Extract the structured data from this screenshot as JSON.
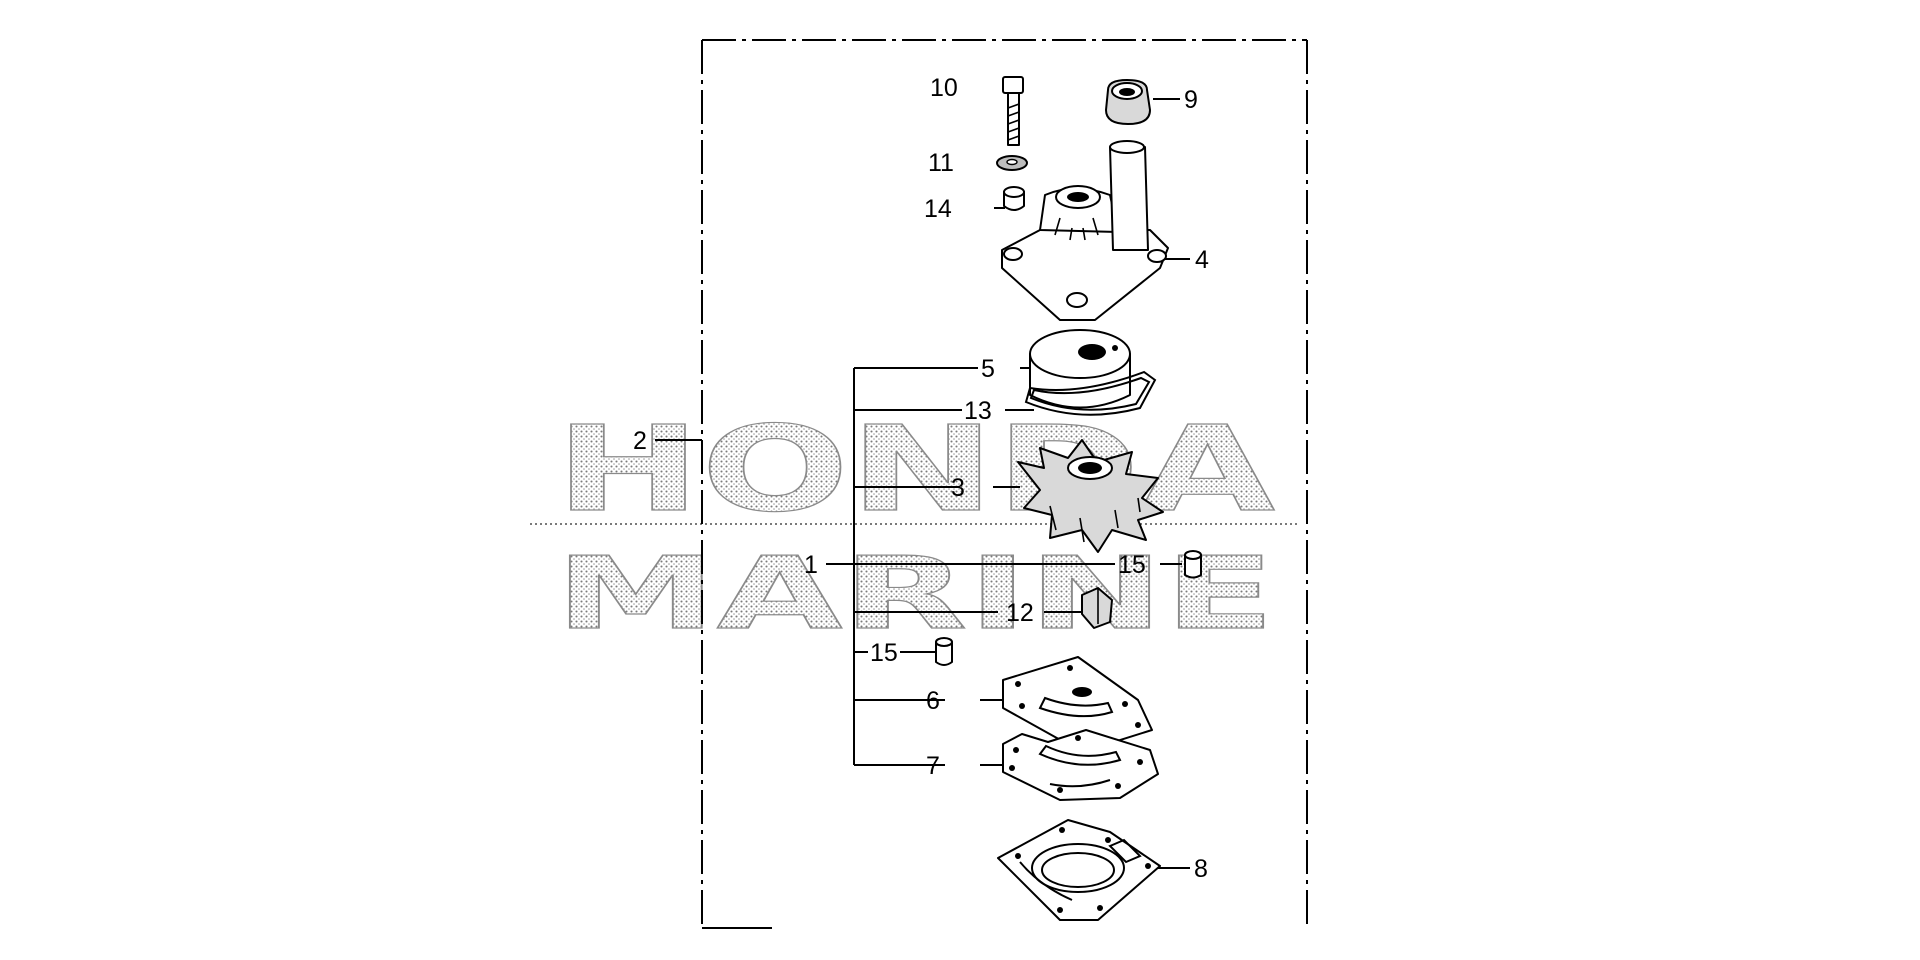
{
  "colors": {
    "ink": "#000000",
    "background": "#ffffff",
    "watermark_dots": "#7a7a7a",
    "part_shade": "#d9d9d9"
  },
  "watermark": {
    "line1": "HONDA",
    "line2": "MARINE"
  },
  "callouts": {
    "c1": "1",
    "c2": "2",
    "c3": "3",
    "c4": "4",
    "c5": "5",
    "c6": "6",
    "c7": "7",
    "c8": "8",
    "c9": "9",
    "c10": "10",
    "c11": "11",
    "c12": "12",
    "c13": "13",
    "c14": "14",
    "c15a": "15",
    "c15b": "15"
  }
}
